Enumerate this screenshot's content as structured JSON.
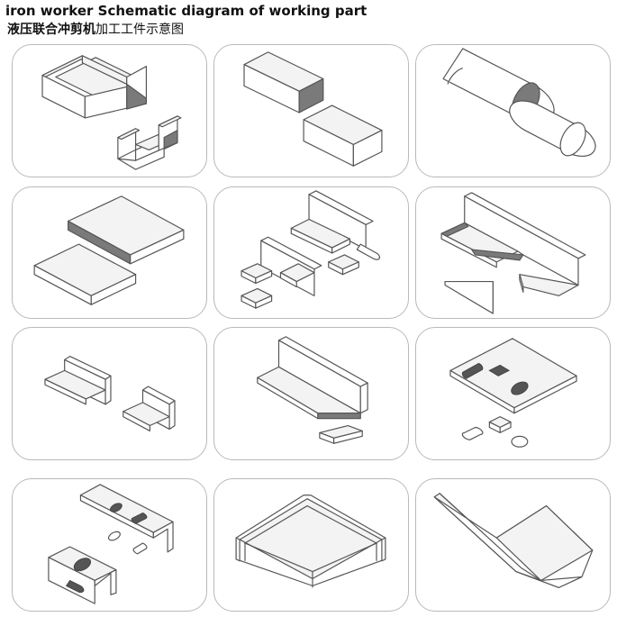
{
  "header": {
    "title": "iron worker Schematic diagram of working part",
    "subtitle_bold": "液压联合冲剪机",
    "subtitle_rest": "加工工件示意图"
  },
  "panels": [
    {
      "id": "channel",
      "icon": "channel-steel-icon"
    },
    {
      "id": "square-bar",
      "icon": "square-bar-icon"
    },
    {
      "id": "round-bar",
      "icon": "round-bar-icon"
    },
    {
      "id": "flat-plate",
      "icon": "flat-plate-icon"
    },
    {
      "id": "angle-notch",
      "icon": "angle-notch-icon"
    },
    {
      "id": "angle-mitre",
      "icon": "angle-mitre-icon"
    },
    {
      "id": "angle-cut",
      "icon": "angle-cut-icon"
    },
    {
      "id": "angle-shear",
      "icon": "angle-shear-icon"
    },
    {
      "id": "plate-punch",
      "icon": "plate-punch-icon"
    },
    {
      "id": "bracket-punch",
      "icon": "bracket-punch-icon"
    },
    {
      "id": "angle-bend",
      "icon": "angle-bend-icon"
    },
    {
      "id": "plate-bend",
      "icon": "plate-bend-icon"
    }
  ]
}
